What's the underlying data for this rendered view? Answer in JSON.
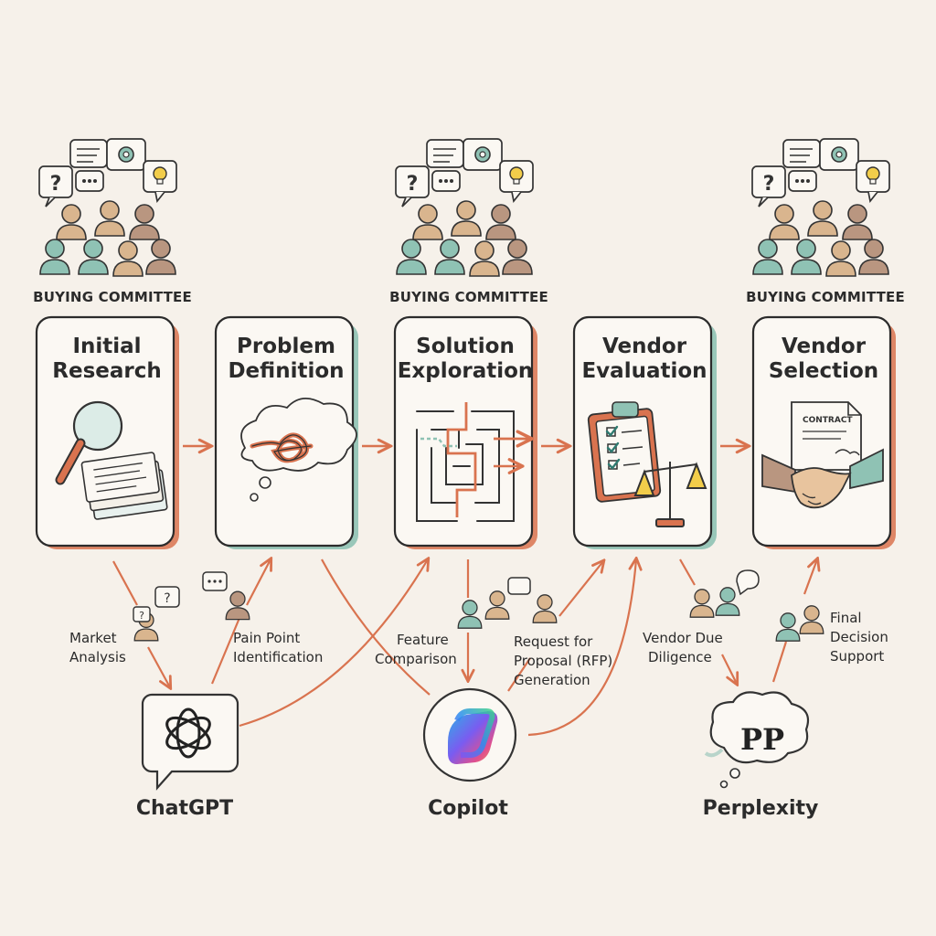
{
  "colors": {
    "background": "#f6f1ea",
    "ink": "#2b2b2b",
    "accent_orange": "#d9734f",
    "accent_teal": "#8fc2b4",
    "person_tan": "#d9b58e",
    "person_brown": "#b08c74",
    "lightbulb": "#f2cd4a"
  },
  "committees": [
    {
      "label": "BUYING COMMITTEE"
    },
    {
      "label": "BUYING COMMITTEE"
    },
    {
      "label": "BUYING COMMITTEE"
    }
  ],
  "stages": [
    {
      "title_line1": "Initial",
      "title_line2": "Research",
      "icon": "magnifier-documents-icon"
    },
    {
      "title_line1": "Problem",
      "title_line2": "Definition",
      "icon": "tangled-knot-cloud-icon"
    },
    {
      "title_line1": "Solution",
      "title_line2": "Exploration",
      "icon": "maze-icon"
    },
    {
      "title_line1": "Vendor",
      "title_line2": "Evaluation",
      "icon": "clipboard-scale-icon"
    },
    {
      "title_line1": "Vendor",
      "title_line2": "Selection",
      "icon": "contract-handshake-icon"
    }
  ],
  "connectors": {
    "market_analysis": {
      "line1": "Market",
      "line2": "Analysis"
    },
    "pain_point": {
      "line1": "Pain Point",
      "line2": "Identification"
    },
    "feature_comparison": {
      "line1": "Feature",
      "line2": "Comparison"
    },
    "rfp": {
      "line1": "Request for",
      "line2": "Proposal (RFP)",
      "line3": "Generation"
    },
    "vendor_due_diligence": {
      "line1": "Vendor Due",
      "line2": "Diligence"
    },
    "final_decision": {
      "line1": "Final",
      "line2": "Decision",
      "line3": "Support"
    }
  },
  "tools": [
    {
      "name": "ChatGPT",
      "icon": "chatgpt-logo-icon"
    },
    {
      "name": "Copilot",
      "icon": "copilot-logo-icon"
    },
    {
      "name": "Perplexity",
      "icon": "perplexity-logo-icon"
    }
  ],
  "contract_text": "CONTRACT"
}
